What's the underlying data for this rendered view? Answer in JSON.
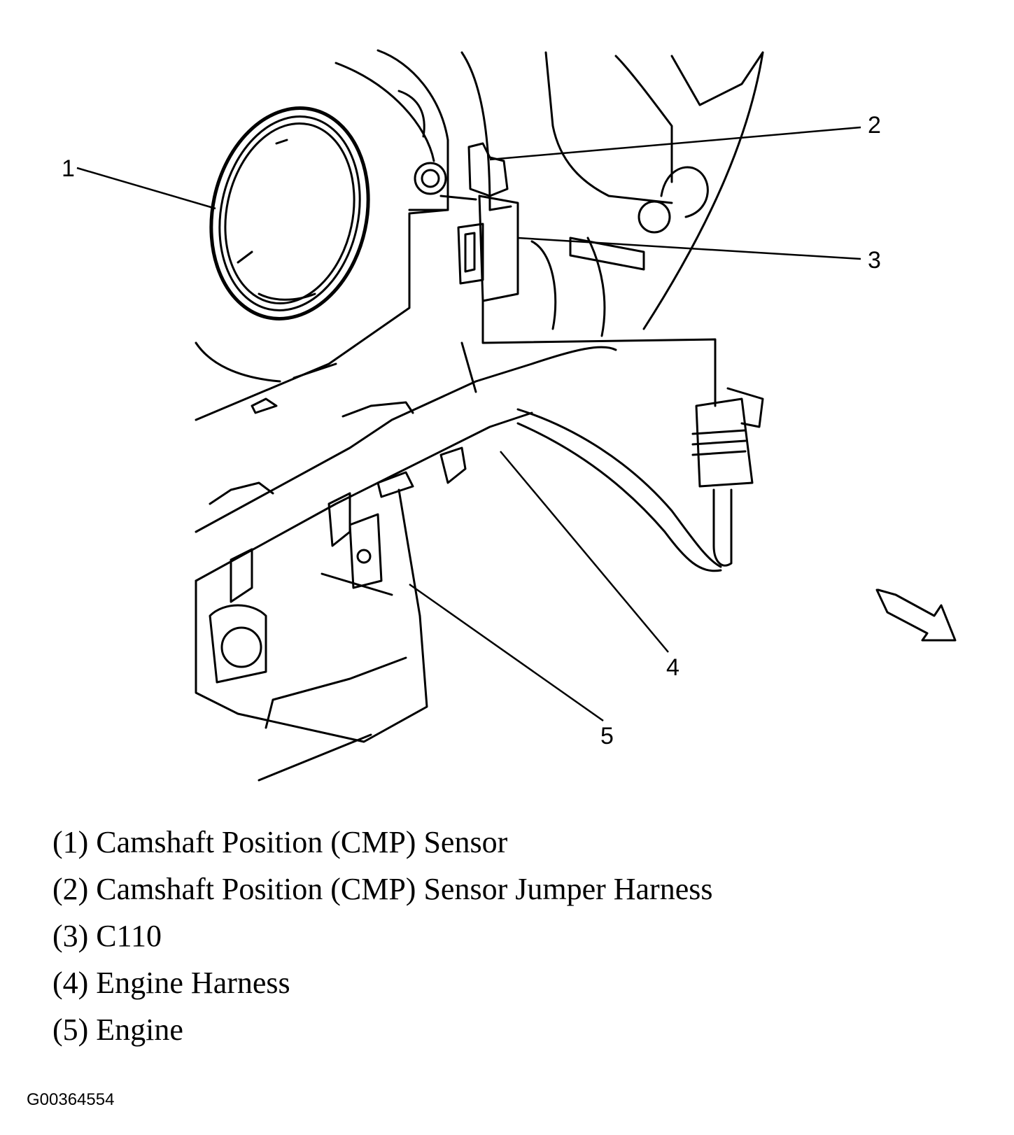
{
  "callouts": [
    {
      "num": "1"
    },
    {
      "num": "2"
    },
    {
      "num": "3"
    },
    {
      "num": "4"
    },
    {
      "num": "5"
    }
  ],
  "legend": [
    {
      "text": "(1) Camshaft Position (CMP) Sensor"
    },
    {
      "text": "(2) Camshaft Position (CMP) Sensor Jumper Harness"
    },
    {
      "text": "(3) C110"
    },
    {
      "text": "(4) Engine Harness"
    },
    {
      "text": "(5) Engine"
    }
  ],
  "figure_id": "G00364554",
  "colors": {
    "line": "#000000",
    "background": "#ffffff"
  }
}
